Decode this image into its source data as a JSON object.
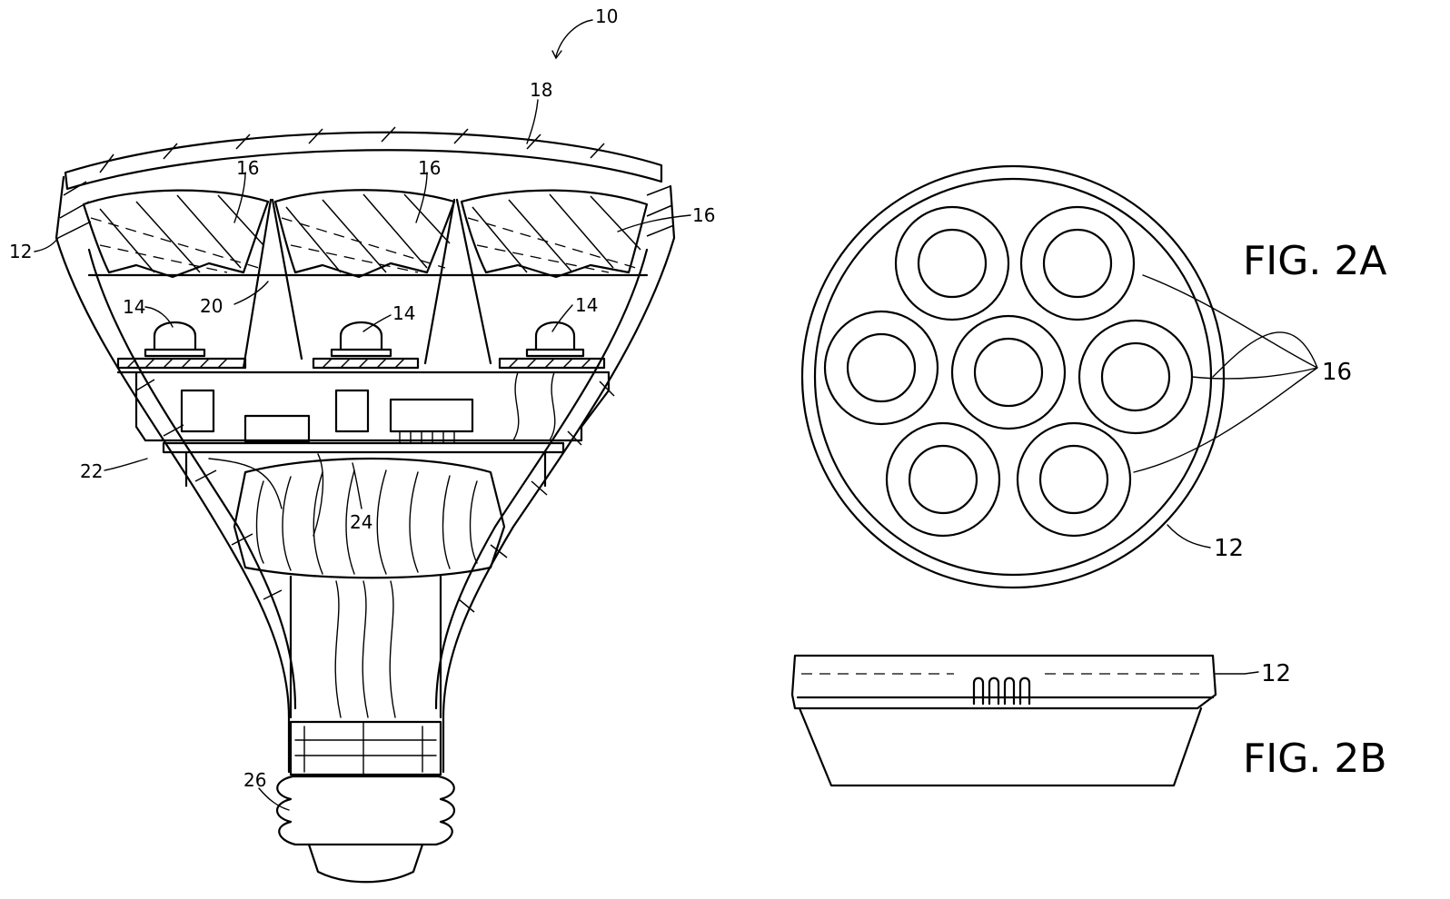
{
  "figures": {
    "fig2a": "FIG. 2A",
    "fig2b": "FIG. 2B"
  },
  "references": {
    "r10": "10",
    "r18": "18",
    "r16a": "16",
    "r16b": "16",
    "r16c": "16",
    "r12a": "12",
    "r20": "20",
    "r14a": "14",
    "r14b": "14",
    "r14c": "14",
    "r22": "22",
    "r24": "24",
    "r26": "26",
    "r16d": "16",
    "r12b": "12",
    "r12c": "12"
  }
}
